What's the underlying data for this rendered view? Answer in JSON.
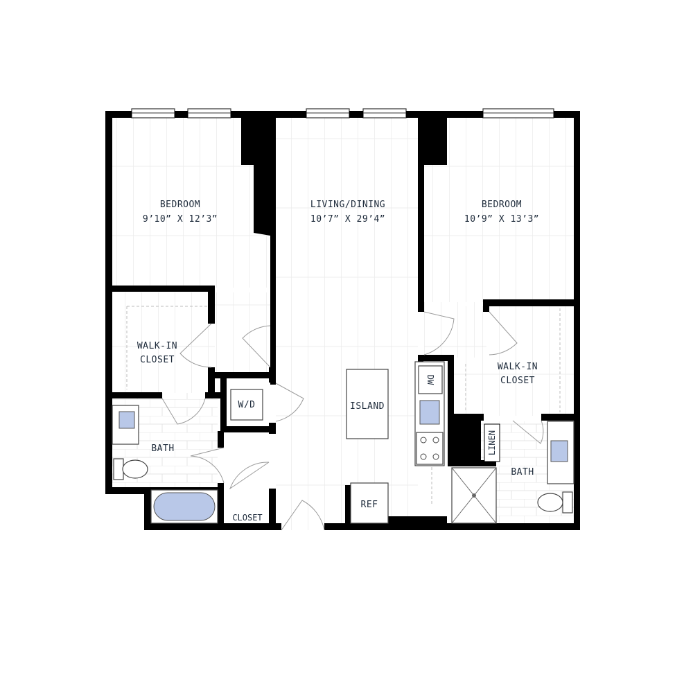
{
  "rooms": {
    "bedroom_left": {
      "name": "BEDROOM",
      "dims": "9’10” X 12’3”"
    },
    "living": {
      "name": "LIVING/DINING",
      "dims": "10’7” X 29’4”"
    },
    "bedroom_right": {
      "name": "BEDROOM",
      "dims": "10’9” X 13’3”"
    },
    "walkin_left": {
      "line1": "WALK-IN",
      "line2": "CLOSET"
    },
    "walkin_right": {
      "line1": "WALK-IN",
      "line2": "CLOSET"
    },
    "bath_left": {
      "name": "BATH"
    },
    "bath_right": {
      "name": "BATH"
    },
    "closet": {
      "name": "CLOSET"
    }
  },
  "fixtures": {
    "washer_dryer": "W/D",
    "island": "ISLAND",
    "refrigerator": "REF",
    "dishwasher": "DW",
    "linen": "LINEN"
  },
  "colors": {
    "wall": "#000000",
    "fixture_fill": "#b9c8e8",
    "label": "#1d2a3a",
    "floor_plank": "#e1e1e1"
  }
}
